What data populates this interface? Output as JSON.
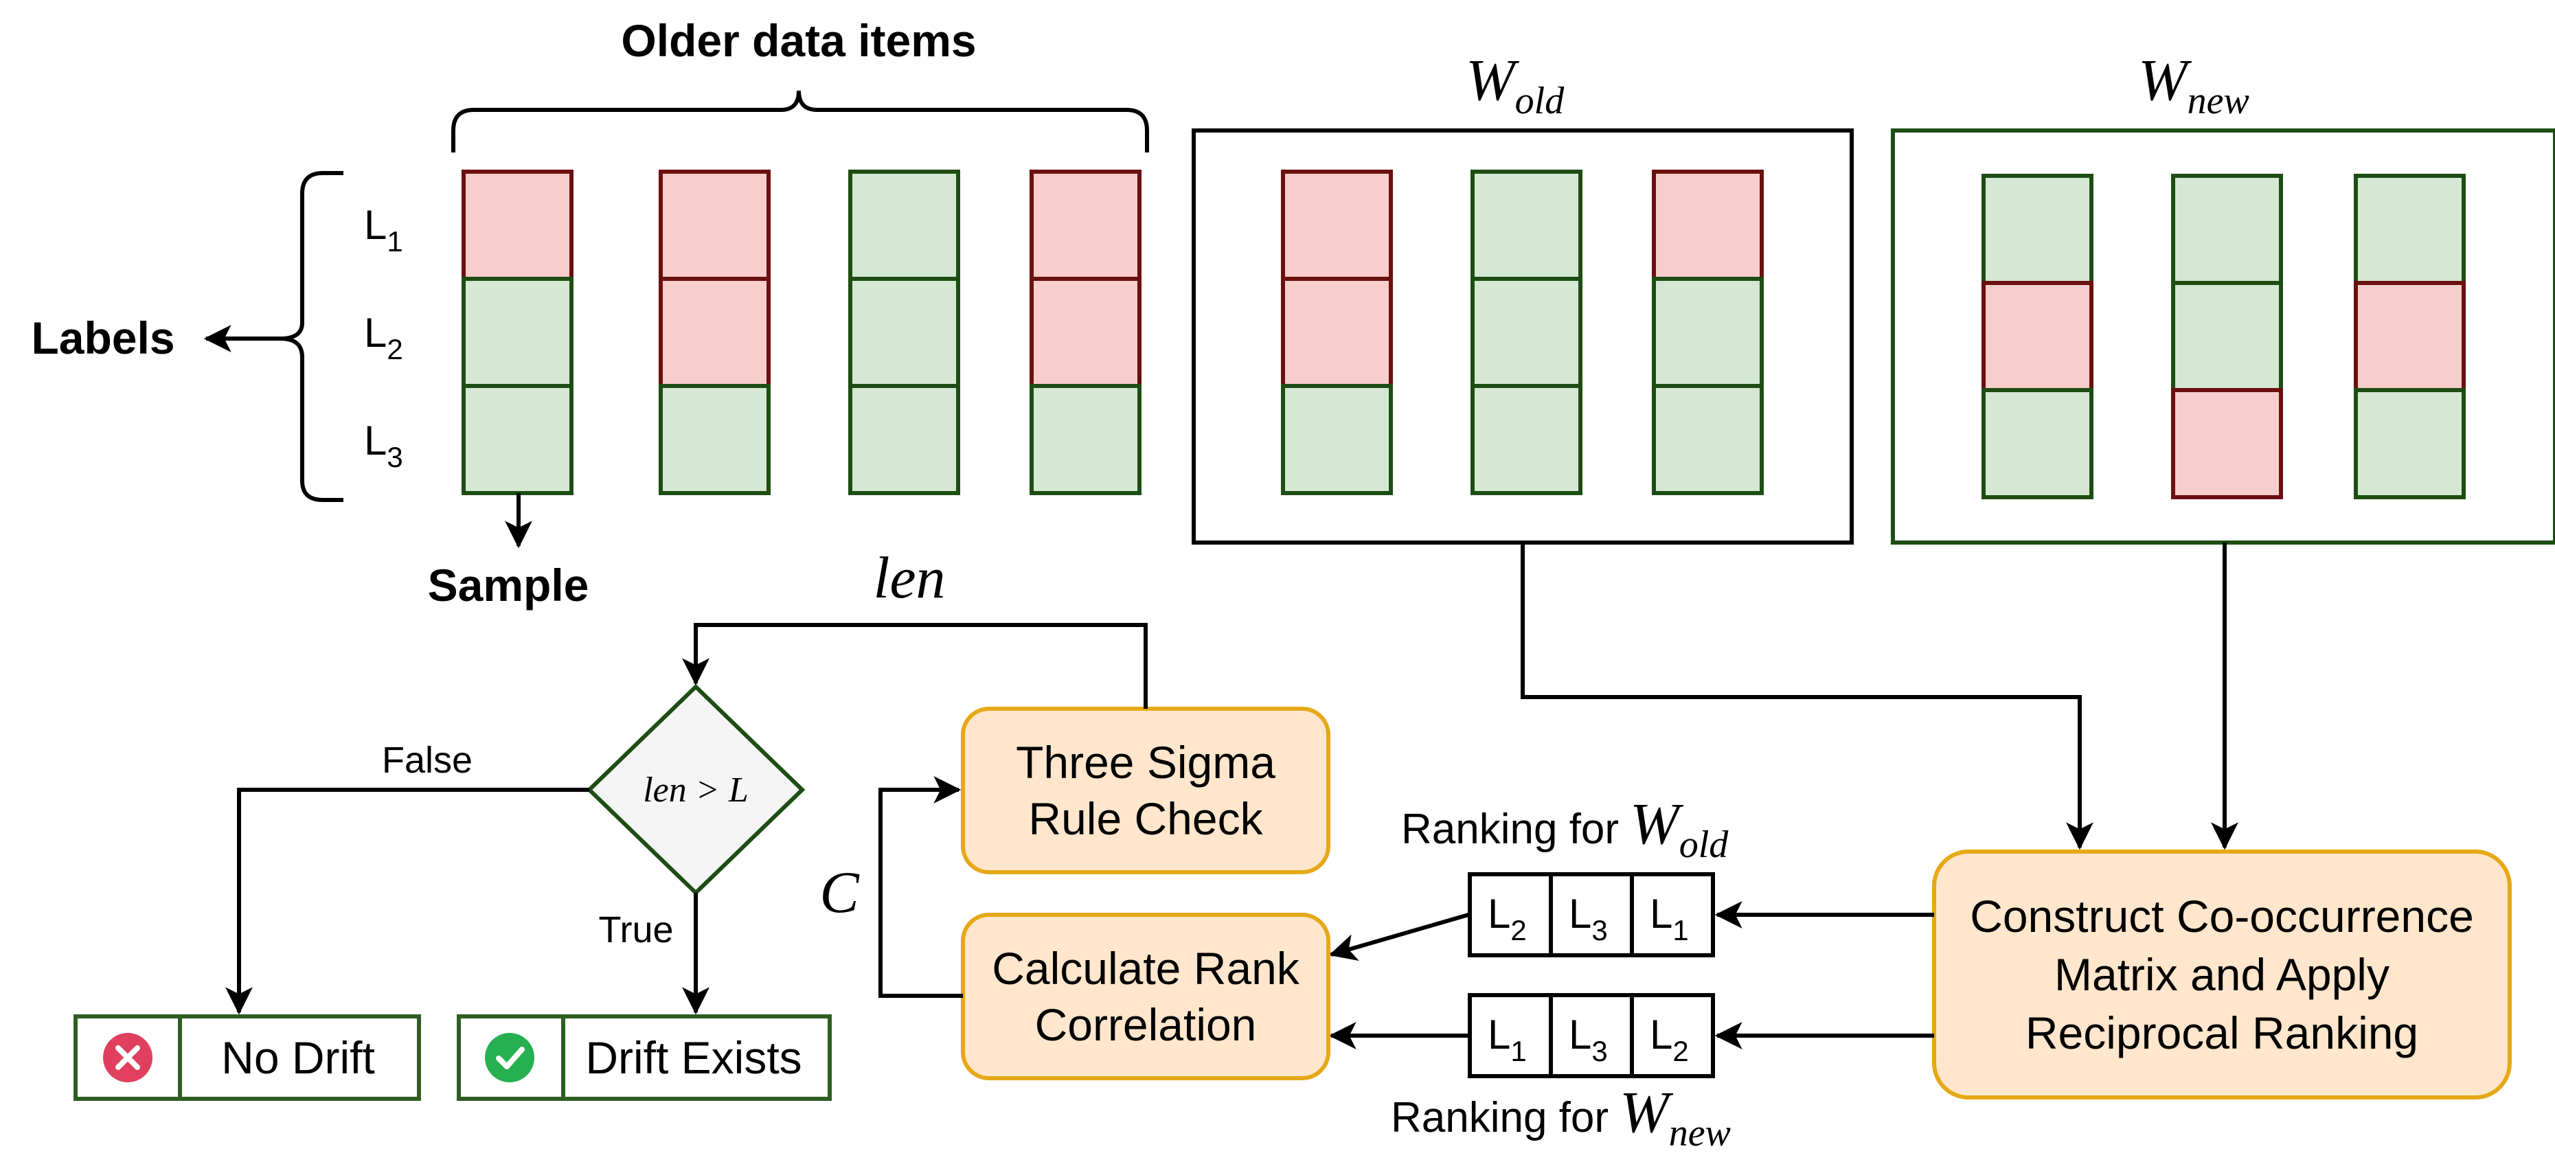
{
  "header": {
    "older_items": "Older data items",
    "labels": "Labels",
    "sample": "Sample"
  },
  "label_rows": {
    "l1": {
      "base": "L",
      "sub": "1"
    },
    "l2": {
      "base": "L",
      "sub": "2"
    },
    "l3": {
      "base": "L",
      "sub": "3"
    }
  },
  "colors": {
    "positive_fill": "#d5e8d4",
    "positive_stroke": "#1e4d13",
    "negative_fill": "#f8cecc",
    "negative_stroke": "#6b0f0f",
    "process_fill": "#ffe6cc",
    "process_stroke": "#e6a817",
    "decision_fill": "#f5f5f5",
    "outcome_stroke": "#2e5e22",
    "no_drift_icon": "#e0405e",
    "drift_icon": "#26b050"
  },
  "sample_grid": {
    "description_columns": [
      [
        "negative",
        "positive",
        "positive"
      ],
      [
        "negative",
        "negative",
        "positive"
      ],
      [
        "positive",
        "positive",
        "positive"
      ],
      [
        "negative",
        "negative",
        "positive"
      ]
    ]
  },
  "windows": {
    "old": {
      "symbol": "W",
      "sub": "old",
      "columns": [
        [
          "negative",
          "negative",
          "positive"
        ],
        [
          "positive",
          "positive",
          "positive"
        ],
        [
          "negative",
          "positive",
          "positive"
        ]
      ]
    },
    "new": {
      "symbol": "W",
      "sub": "new",
      "columns": [
        [
          "positive",
          "negative",
          "positive"
        ],
        [
          "positive",
          "positive",
          "negative"
        ],
        [
          "positive",
          "negative",
          "positive"
        ]
      ]
    }
  },
  "math": {
    "len": "len",
    "condition": "len > L",
    "c": "C"
  },
  "process": {
    "three_sigma": [
      "Three Sigma",
      "Rule Check"
    ],
    "rank_corr": [
      "Calculate Rank",
      "Correlation"
    ],
    "construct": [
      "Construct Co-occurrence",
      "Matrix and Apply",
      "Reciprocal Ranking"
    ]
  },
  "decision": {
    "false_label": "False",
    "true_label": "True"
  },
  "outcomes": {
    "no_drift": {
      "label": "No Drift",
      "icon": "close-circle-icon"
    },
    "drift": {
      "label": "Drift Exists",
      "icon": "check-circle-icon"
    }
  },
  "rankings": {
    "old": {
      "caption": "Ranking for",
      "symbol": "W",
      "sub": "old",
      "order": [
        {
          "base": "L",
          "sub": "2"
        },
        {
          "base": "L",
          "sub": "3"
        },
        {
          "base": "L",
          "sub": "1"
        }
      ]
    },
    "new": {
      "caption": "Ranking for",
      "symbol": "W",
      "sub": "new",
      "order": [
        {
          "base": "L",
          "sub": "1"
        },
        {
          "base": "L",
          "sub": "3"
        },
        {
          "base": "L",
          "sub": "2"
        }
      ]
    }
  }
}
